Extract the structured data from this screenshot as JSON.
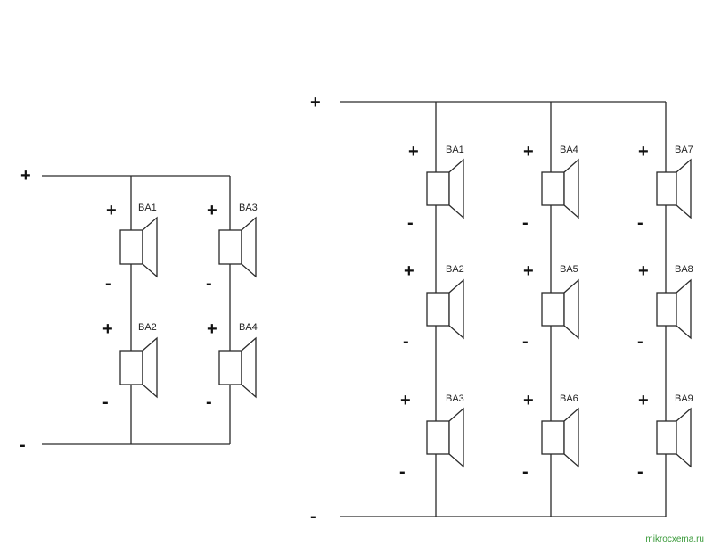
{
  "colors": {
    "line": "#2a2a2a",
    "watermark": "#3a9a3a"
  },
  "plus": "+",
  "minus": "-",
  "watermark": "mikrocxema.ru",
  "left_circuit": {
    "speakers": [
      "BA1",
      "BA2",
      "BA3",
      "BA4"
    ]
  },
  "right_circuit": {
    "speakers": [
      "BA1",
      "BA2",
      "BA3",
      "BA4",
      "BA5",
      "BA6",
      "BA7",
      "BA8",
      "BA9"
    ]
  }
}
